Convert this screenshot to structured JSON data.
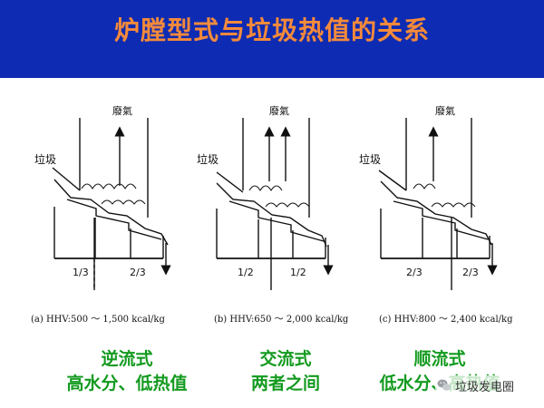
{
  "title": "炉膛型式与垃圾热值的关系",
  "colors": {
    "header_bg": "#0e2bb3",
    "title": "#f48a3b",
    "labels": "#139a1f"
  },
  "panels": [
    {
      "id": "a",
      "gas_label": "廢氣",
      "waste_label": "垃圾",
      "split_left": "1/3",
      "split_right": "2/3",
      "caption": "(a) HHV:500 ～ 1,500 kcal/kg",
      "type_label": "逆流式",
      "desc_label": "高水分、低热值"
    },
    {
      "id": "b",
      "gas_label": "廢氣",
      "waste_label": "垃圾",
      "split_left": "1/2",
      "split_right": "1/2",
      "caption": "(b) HHV:650 ～ 2,000 kcal/kg",
      "type_label": "交流式",
      "desc_label": "两者之间"
    },
    {
      "id": "c",
      "gas_label": "廢氣",
      "waste_label": "垃圾",
      "split_left": "2/3",
      "split_right": "2/3",
      "caption": "(c) HHV:800 ～ 2,400 kcal/kg",
      "type_label": "顺流式",
      "desc_label": "低水分、高热值"
    }
  ],
  "watermark": {
    "text": "垃圾发电圈",
    "icon": "wechat-icon"
  }
}
